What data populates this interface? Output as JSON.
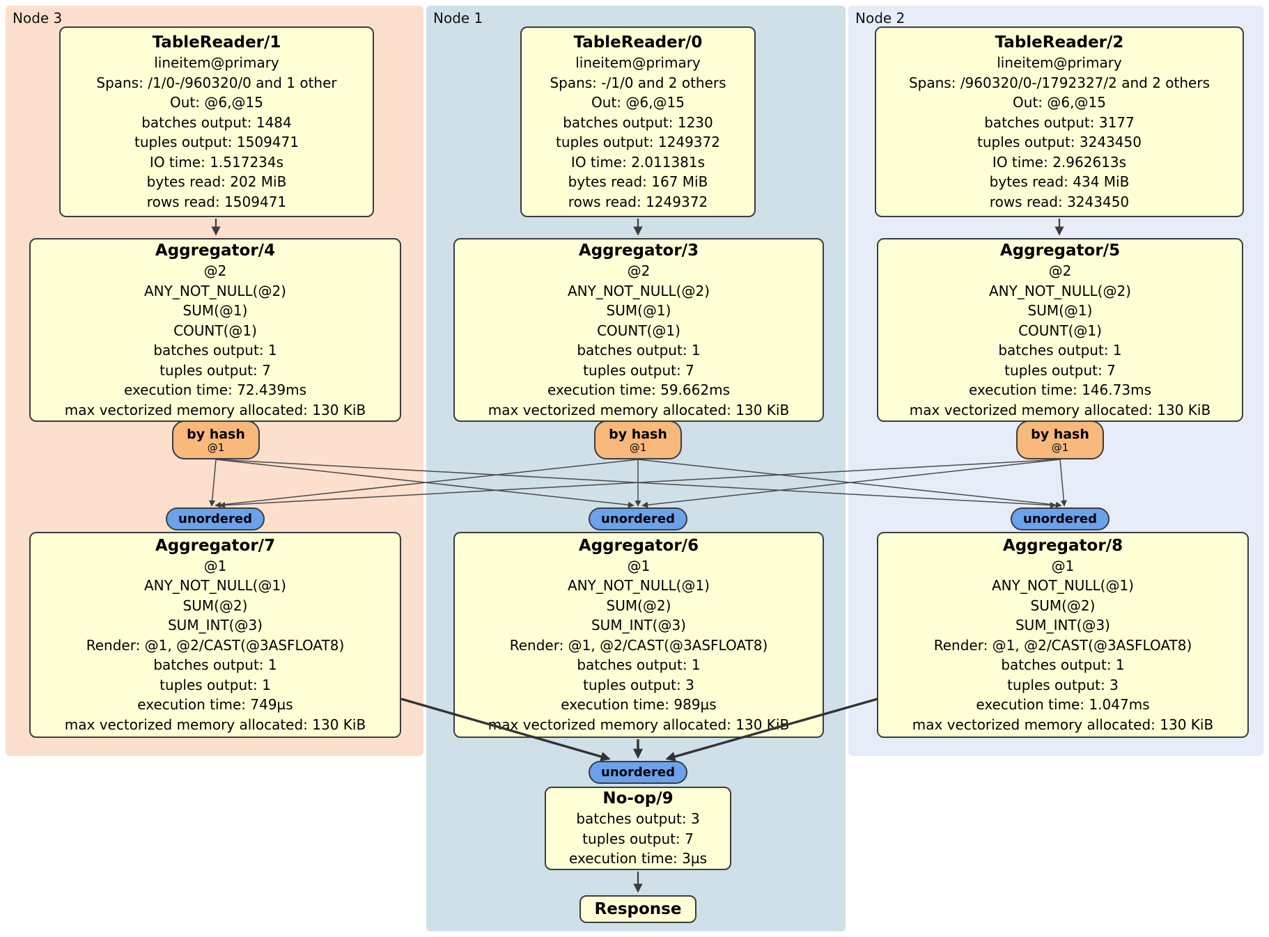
{
  "groups": {
    "node3": {
      "label": "Node 3",
      "bg": "#fcdfcd"
    },
    "node1": {
      "label": "Node 1",
      "bg": "#cfe0e8"
    },
    "node2": {
      "label": "Node 2",
      "bg": "#e7edf8"
    }
  },
  "router": {
    "label": "by hash",
    "sublabel": "@1"
  },
  "sync": {
    "label": "unordered"
  },
  "colors": {
    "processor_fill": "#ffffd6",
    "processor_border": "#3c3c3c",
    "router_fill": "#f9b87c",
    "sync_fill": "#6aa2ec",
    "edge": "#3d3d3d"
  },
  "processors": {
    "tablereader1": {
      "title": "TableReader/1",
      "lines": [
        "lineitem@primary",
        "Spans: /1/0-/960320/0 and 1 other",
        "Out: @6,@15",
        "batches output: 1484",
        "tuples output: 1509471",
        "IO time: 1.517234s",
        "bytes read: 202 MiB",
        "rows read: 1509471"
      ]
    },
    "tablereader0": {
      "title": "TableReader/0",
      "lines": [
        "lineitem@primary",
        "Spans: -/1/0 and 2 others",
        "Out: @6,@15",
        "batches output: 1230",
        "tuples output: 1249372",
        "IO time: 2.011381s",
        "bytes read: 167 MiB",
        "rows read: 1249372"
      ]
    },
    "tablereader2": {
      "title": "TableReader/2",
      "lines": [
        "lineitem@primary",
        "Spans: /960320/0-/1792327/2 and 2 others",
        "Out: @6,@15",
        "batches output: 3177",
        "tuples output: 3243450",
        "IO time: 2.962613s",
        "bytes read: 434 MiB",
        "rows read: 3243450"
      ]
    },
    "aggregator4": {
      "title": "Aggregator/4",
      "lines": [
        "@2",
        "ANY_NOT_NULL(@2)",
        "SUM(@1)",
        "COUNT(@1)",
        "batches output: 1",
        "tuples output: 7",
        "execution time: 72.439ms",
        "max vectorized memory allocated: 130 KiB"
      ]
    },
    "aggregator3": {
      "title": "Aggregator/3",
      "lines": [
        "@2",
        "ANY_NOT_NULL(@2)",
        "SUM(@1)",
        "COUNT(@1)",
        "batches output: 1",
        "tuples output: 7",
        "execution time: 59.662ms",
        "max vectorized memory allocated: 130 KiB"
      ]
    },
    "aggregator5": {
      "title": "Aggregator/5",
      "lines": [
        "@2",
        "ANY_NOT_NULL(@2)",
        "SUM(@1)",
        "COUNT(@1)",
        "batches output: 1",
        "tuples output: 7",
        "execution time: 146.73ms",
        "max vectorized memory allocated: 130 KiB"
      ]
    },
    "aggregator7": {
      "title": "Aggregator/7",
      "lines": [
        "@1",
        "ANY_NOT_NULL(@1)",
        "SUM(@2)",
        "SUM_INT(@3)",
        "Render: @1, @2/CAST(@3ASFLOAT8)",
        "batches output: 1",
        "tuples output: 1",
        "execution time: 749µs",
        "max vectorized memory allocated: 130 KiB"
      ]
    },
    "aggregator6": {
      "title": "Aggregator/6",
      "lines": [
        "@1",
        "ANY_NOT_NULL(@1)",
        "SUM(@2)",
        "SUM_INT(@3)",
        "Render: @1, @2/CAST(@3ASFLOAT8)",
        "batches output: 1",
        "tuples output: 3",
        "execution time: 989µs",
        "max vectorized memory allocated: 130 KiB"
      ]
    },
    "aggregator8": {
      "title": "Aggregator/8",
      "lines": [
        "@1",
        "ANY_NOT_NULL(@1)",
        "SUM(@2)",
        "SUM_INT(@3)",
        "Render: @1, @2/CAST(@3ASFLOAT8)",
        "batches output: 1",
        "tuples output: 3",
        "execution time: 1.047ms",
        "max vectorized memory allocated: 130 KiB"
      ]
    },
    "noop9": {
      "title": "No-op/9",
      "lines": [
        "batches output: 3",
        "tuples output: 7",
        "execution time: 3µs"
      ]
    },
    "response": {
      "title": "Response",
      "lines": []
    }
  }
}
